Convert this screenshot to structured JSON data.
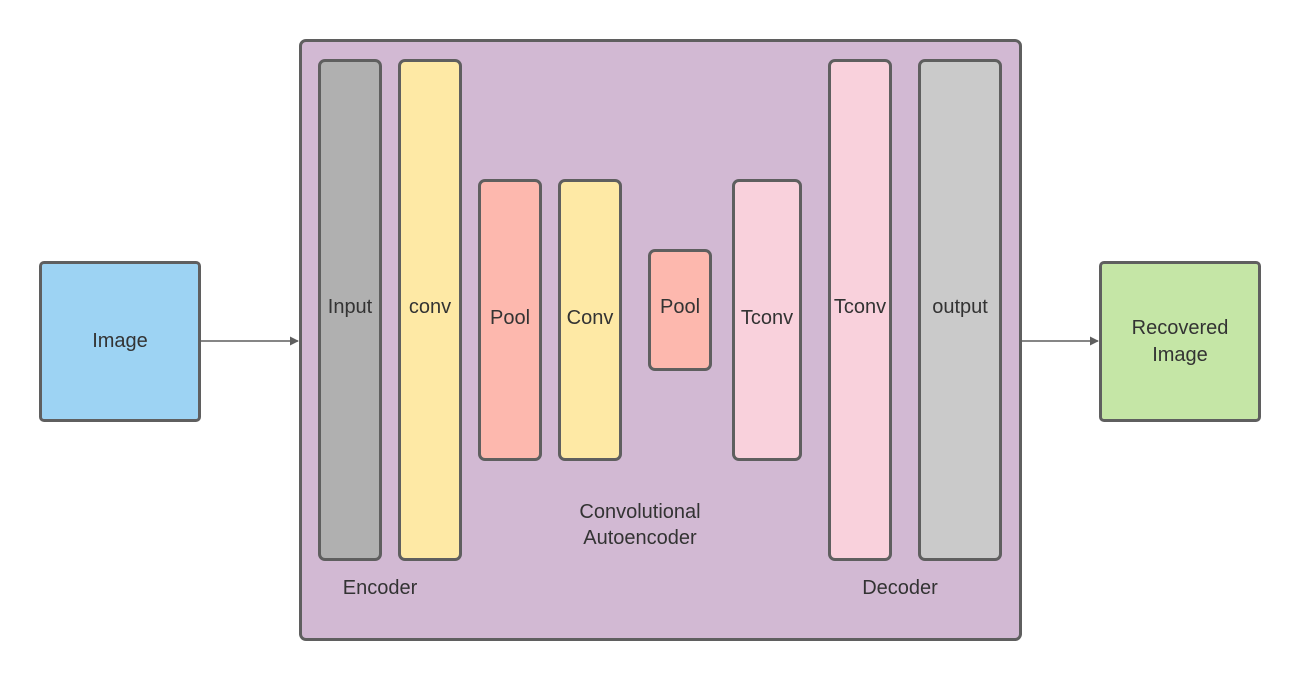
{
  "input_node": {
    "label": "Image",
    "color": "#9dd3f3"
  },
  "output_node": {
    "label": "Recovered Image",
    "color": "#c5e6a6"
  },
  "container": {
    "title": "Convolutional Autoencoder",
    "color": "#d2b9d3",
    "encoder_label": "Encoder",
    "decoder_label": "Decoder"
  },
  "layers": [
    {
      "id": "input",
      "label": "Input",
      "color": "#b0b0b0"
    },
    {
      "id": "conv1",
      "label": "conv",
      "color": "#fee9a5"
    },
    {
      "id": "pool1",
      "label": "Pool",
      "color": "#fdb8ae"
    },
    {
      "id": "conv2",
      "label": "Conv",
      "color": "#fee9a5"
    },
    {
      "id": "pool2",
      "label": "Pool",
      "color": "#fdb8ae"
    },
    {
      "id": "tconv1",
      "label": "Tconv",
      "color": "#f9d1dc"
    },
    {
      "id": "tconv2",
      "label": "Tconv",
      "color": "#f9d1dc"
    },
    {
      "id": "output",
      "label": "output",
      "color": "#cacaca"
    }
  ],
  "edge_color": "#5f5f5f"
}
